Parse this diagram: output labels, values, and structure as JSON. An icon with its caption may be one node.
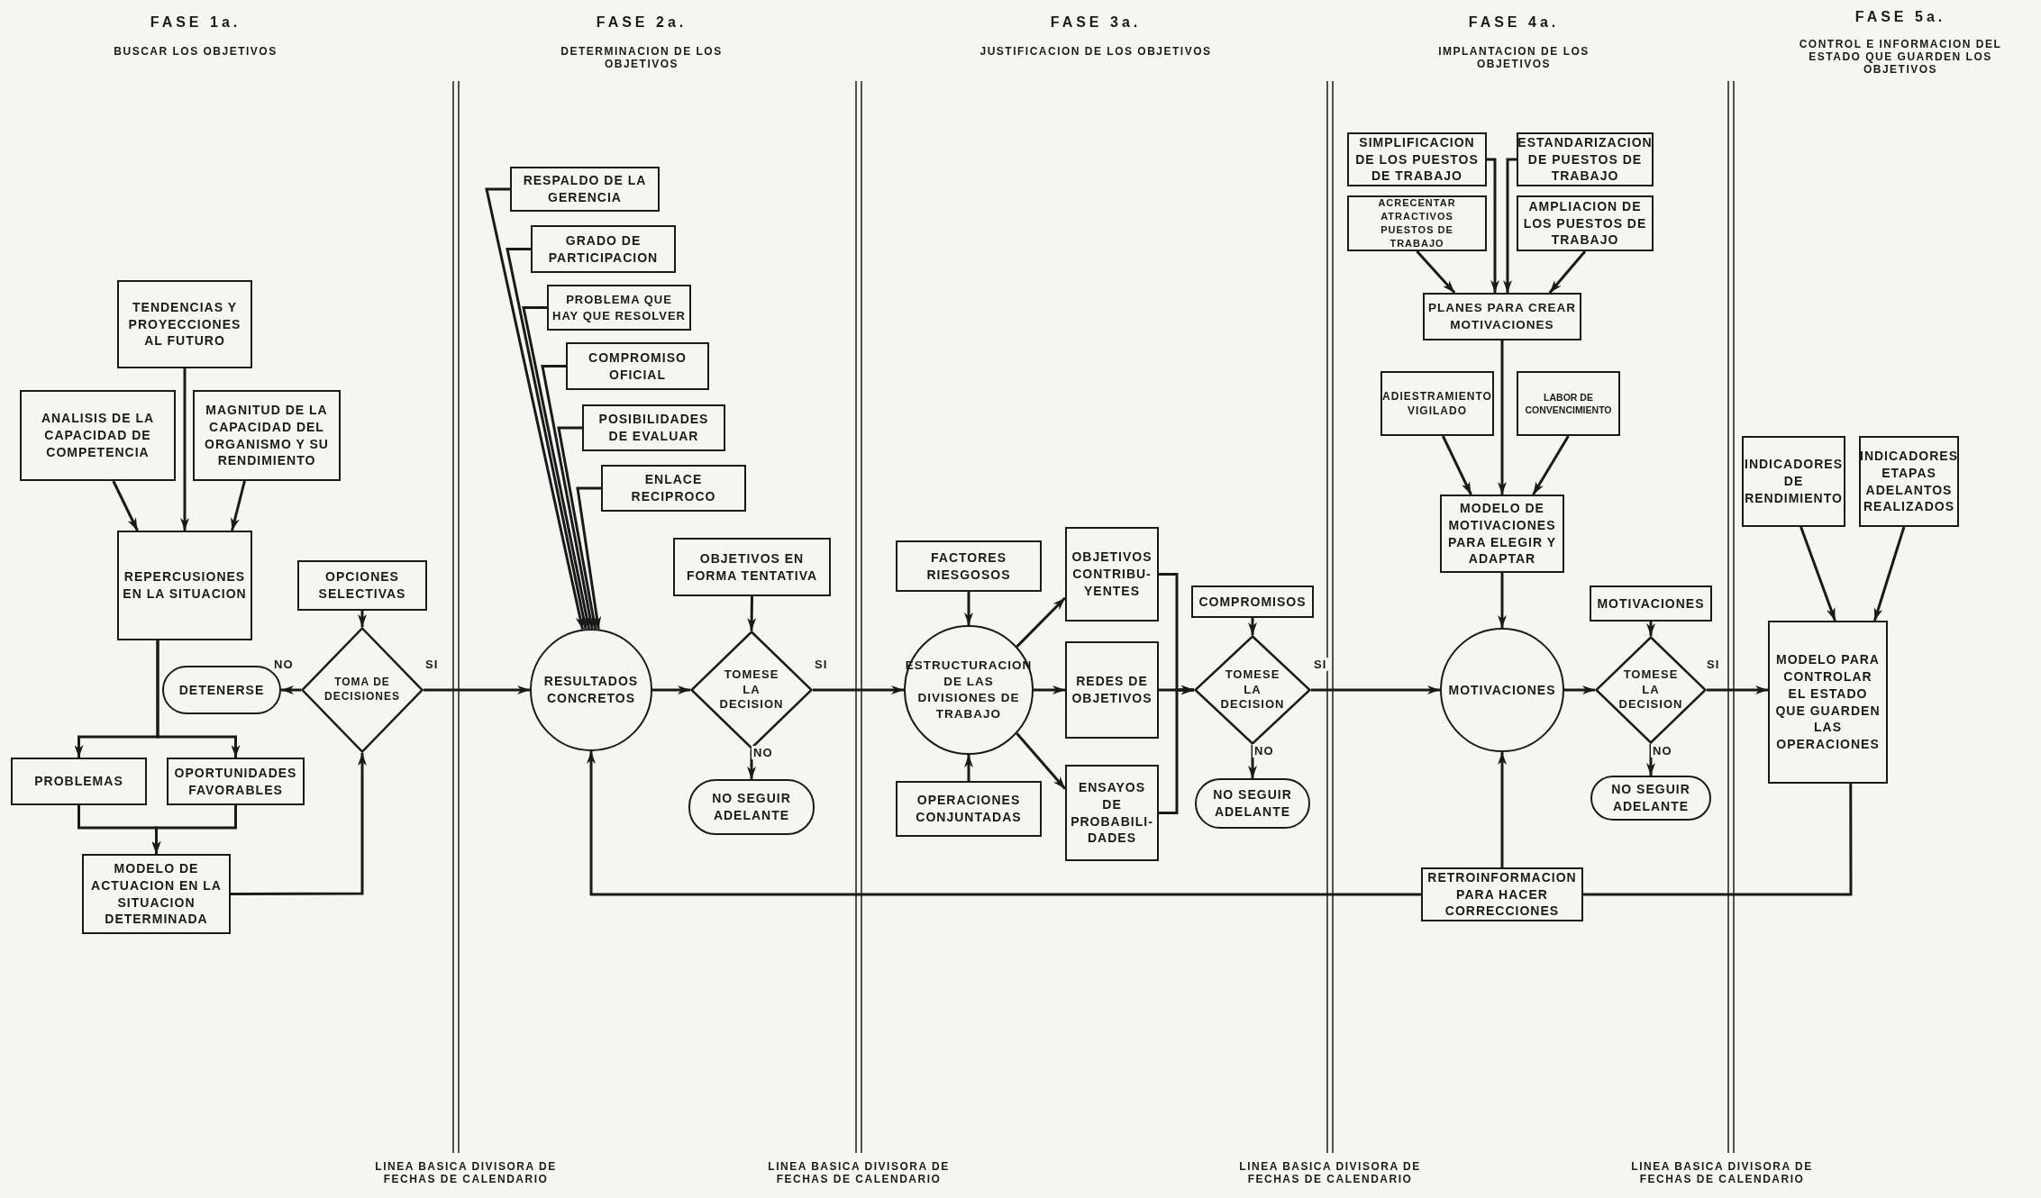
{
  "diagram": {
    "nodes": [
      {
        "text": [
          "TENDENCIAS Y PROYECCIONES AL FUTURO"
        ]
      },
      {
        "text": [
          "ANALISIS DE LA CAPACIDAD DE COMPETENCIA"
        ]
      },
      {
        "text": [
          "MAGNITUD DE LA CAPACIDAD DEL ORGANISMO Y SU RENDIMIENTO"
        ]
      },
      {
        "text": [
          "REPERCUSIONES EN LA SITUACION"
        ]
      },
      {
        "text": [
          "OPCIONES SELECTIVAS"
        ]
      },
      {
        "text": [
          "TOMA DE DECISIONES"
        ]
      },
      {
        "text": [
          "DETENERSE"
        ]
      },
      {
        "text": [
          "PROBLEMAS"
        ]
      },
      {
        "text": [
          "OPORTUNIDADES FAVORABLES"
        ]
      },
      {
        "text": [
          "MODELO DE ACTUACION EN LA SITUACION DETERMINADA"
        ]
      },
      {
        "text": [
          "RESPALDO DE LA GERENCIA"
        ]
      },
      {
        "text": [
          "GRADO DE PARTICIPACION"
        ]
      },
      {
        "text": [
          "PROBLEMA QUE HAY QUE RESOLVER"
        ]
      },
      {
        "text": [
          "COMPROMISO OFICIAL"
        ]
      },
      {
        "text": [
          "POSIBILIDADES DE EVALUAR"
        ]
      },
      {
        "text": [
          "ENLACE RECIPROCO"
        ]
      },
      {
        "text": [
          "RESULTADOS CONCRETOS"
        ]
      },
      {
        "text": [
          "OBJETIVOS EN FORMA TENTATIVA"
        ]
      },
      {
        "text": [
          "TOMESE LA DECISION"
        ]
      },
      {
        "text": [
          "NO SEGUIR ADELANTE"
        ]
      },
      {
        "text": [
          "FACTORES RIESGOSOS"
        ]
      },
      {
        "text": [
          "ESTRUCTURACION DE LAS DIVISIONES DE TRABAJO"
        ]
      },
      {
        "text": [
          "OPERACIONES CONJUNTADAS"
        ]
      },
      {
        "text": [
          "OBJETIVOS CONTRIBU- YENTES"
        ]
      },
      {
        "text": [
          "REDES DE OBJETIVOS"
        ]
      },
      {
        "text": [
          "ENSAYOS DE PROBABILI- DADES"
        ]
      },
      {
        "text": [
          "COMPROMISOS"
        ]
      },
      {
        "text": [
          "TOMESE LA DECISION"
        ]
      },
      {
        "text": [
          "NO SEGUIR ADELANTE"
        ]
      },
      {
        "text": [
          "SIMPLIFICACION DE LOS PUESTOS DE TRABAJO"
        ]
      },
      {
        "text": [
          "ESTANDARIZACION DE PUESTOS DE TRABAJO"
        ]
      },
      {
        "text": [
          "ACRECENTAR ATRACTIVOS PUESTOS DE TRABAJO"
        ]
      },
      {
        "text": [
          "AMPLIACION DE LOS PUESTOS DE TRABAJO"
        ]
      },
      {
        "text": [
          "PLANES PARA CREAR MOTIVACIONES"
        ]
      },
      {
        "text": [
          "ADIESTRAMIENTO VIGILADO"
        ]
      },
      {
        "text": [
          "LABOR DE CONVENCIMIENTO"
        ]
      },
      {
        "text": [
          "MODELO DE MOTIVACIONES PARA ELEGIR Y ADAPTAR"
        ]
      },
      {
        "text": [
          "MOTIVACIONES"
        ]
      },
      {
        "text": [
          "MOTIVACIONES"
        ]
      },
      {
        "text": [
          "TOMESE LA DECISION"
        ]
      },
      {
        "text": [
          "NO SEGUIR ADELANTE"
        ]
      },
      {
        "text": [
          "RETROINFORMACION PARA HACER CORRECCIONES"
        ]
      },
      {
        "text": [
          "INDICADORES DE RENDIMIENTO"
        ]
      },
      {
        "text": [
          "INDICADORES ETAPAS ADELANTOS REALIZADOS"
        ]
      },
      {
        "text": [
          "MODELO PARA CONTROLAR EL ESTADO QUE GUARDEN LAS OPERACIONES"
        ]
      }
    ],
    "edges": [
      {
        "from": 0,
        "to": 3,
        "arrow": "to"
      },
      {
        "from": 1,
        "to": 3,
        "arrow": "to"
      },
      {
        "from": 2,
        "to": 3,
        "arrow": "to"
      },
      {
        "from": 3,
        "to": 7,
        "arrow": "to"
      },
      {
        "from": 3,
        "to": 8,
        "arrow": "to"
      },
      {
        "from": 7,
        "to": 9,
        "arrow": "to"
      },
      {
        "from": 8,
        "to": 9,
        "arrow": "to"
      },
      {
        "from": 9,
        "to": 5,
        "arrow": "to"
      },
      {
        "from": 4,
        "to": 5,
        "arrow": "to"
      },
      {
        "from": 5,
        "to": 6,
        "arrow": "to",
        "label": "NO"
      },
      {
        "from": 5,
        "to": 16,
        "arrow": "to",
        "label": "SI"
      },
      {
        "from": 10,
        "to": 16,
        "arrow": "to"
      },
      {
        "from": 11,
        "to": 16,
        "arrow": "to"
      },
      {
        "from": 12,
        "to": 16,
        "arrow": "to"
      },
      {
        "from": 13,
        "to": 16,
        "arrow": "to"
      },
      {
        "from": 14,
        "to": 16,
        "arrow": "to"
      },
      {
        "from": 15,
        "to": 16,
        "arrow": "to"
      },
      {
        "from": 16,
        "to": 18,
        "arrow": "to"
      },
      {
        "from": 17,
        "to": 18,
        "arrow": "to"
      },
      {
        "from": 18,
        "to": 19,
        "arrow": "to",
        "label": "NO"
      },
      {
        "from": 18,
        "to": 21,
        "arrow": "to",
        "label": "SI"
      },
      {
        "from": 20,
        "to": 21,
        "arrow": "to"
      },
      {
        "from": 22,
        "to": 21,
        "arrow": "to"
      },
      {
        "from": 21,
        "to": 23,
        "arrow": "to"
      },
      {
        "from": 21,
        "to": 24,
        "arrow": "to"
      },
      {
        "from": 21,
        "to": 25,
        "arrow": "to"
      },
      {
        "from": 23,
        "to": 27,
        "arrow": "to"
      },
      {
        "from": 24,
        "to": 27,
        "arrow": "to"
      },
      {
        "from": 25,
        "to": 27,
        "arrow": "to"
      },
      {
        "from": 26,
        "to": 27,
        "arrow": "to"
      },
      {
        "from": 27,
        "to": 28,
        "arrow": "to",
        "label": "NO"
      },
      {
        "from": 27,
        "to": 37,
        "arrow": "to",
        "label": "SI"
      },
      {
        "from": 29,
        "to": 33,
        "arrow": "to"
      },
      {
        "from": 30,
        "to": 33,
        "arrow": "to"
      },
      {
        "from": 31,
        "to": 33,
        "arrow": "to"
      },
      {
        "from": 32,
        "to": 33,
        "arrow": "to"
      },
      {
        "from": 33,
        "to": 36,
        "arrow": "to"
      },
      {
        "from": 34,
        "to": 36,
        "arrow": "to"
      },
      {
        "from": 35,
        "to": 36,
        "arrow": "to"
      },
      {
        "from": 36,
        "to": 37,
        "arrow": "to"
      },
      {
        "from": 37,
        "to": 39,
        "arrow": "to"
      },
      {
        "from": 38,
        "to": 39,
        "arrow": "to"
      },
      {
        "from": 39,
        "to": 40,
        "arrow": "to",
        "label": "NO"
      },
      {
        "from": 39,
        "to": 44,
        "arrow": "to",
        "label": "SI"
      },
      {
        "from": 42,
        "to": 44,
        "arrow": "to"
      },
      {
        "from": 43,
        "to": 44,
        "arrow": "to"
      },
      {
        "from": 44,
        "to": 41,
        "arrow": "none"
      },
      {
        "from": 41,
        "to": 37,
        "arrow": "to"
      },
      {
        "from": 41,
        "to": 16,
        "arrow": "to"
      }
    ],
    "labels": [
      "FASE 1a.",
      "BUSCAR LOS OBJETIVOS",
      "FASE 2a.",
      "DETERMINACION DE LOS OBJETIVOS",
      "FASE 3a.",
      "JUSTIFICACION DE LOS OBJETIVOS",
      "FASE 4a.",
      "IMPLANTACION DE LOS OBJETIVOS",
      "FASE 5a.",
      "CONTROL E INFORMACION DEL ESTADO QUE GUARDEN LOS OBJETIVOS",
      "LINEA BASICA DIVISORA DE FECHAS DE CALENDARIO",
      "LINEA BASICA DIVISORA DE FECHAS DE CALENDARIO",
      "LINEA BASICA DIVISORA DE FECHAS DE CALENDARIO",
      "LINEA BASICA DIVISORA DE FECHAS DE CALENDARIO"
    ]
  }
}
